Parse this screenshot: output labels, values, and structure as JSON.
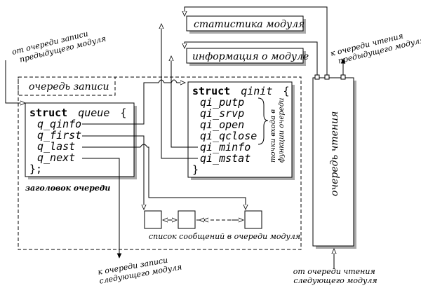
{
  "labels": {
    "from_write_queue_prev": [
      "от очереди записи",
      "предыдущего модуля"
    ],
    "to_read_queue_prev": [
      "к очереди чтения",
      "предыдущего модуля"
    ],
    "to_write_queue_next": [
      "к очереди записи",
      "следующего модуля"
    ],
    "from_read_queue_next": [
      "от очереди чтения",
      "следующего модуля"
    ],
    "write_queue": "очередь записи",
    "read_queue": "очередь чтения",
    "module_stat": "статистика модуля",
    "module_info": "информация о модуле",
    "queue_header": "заголовок очереди",
    "message_list": "список сообщений в очереди модуля",
    "entry_points": [
      "точки входа в",
      "функции очереди"
    ]
  },
  "struct_queue": {
    "keyword": "struct",
    "type": "queue",
    "brace_open": "{",
    "fields": [
      "q_qinfo",
      "q_first",
      "q_last",
      "q_next"
    ],
    "close": "};"
  },
  "struct_qinit": {
    "keyword": "struct",
    "type": "qinit",
    "brace_open": "{",
    "fields": [
      "qi_putp",
      "qi_srvp",
      "qi_open",
      "qi_qclose",
      "qi_minfo",
      "qi_mstat"
    ],
    "close": "}"
  }
}
